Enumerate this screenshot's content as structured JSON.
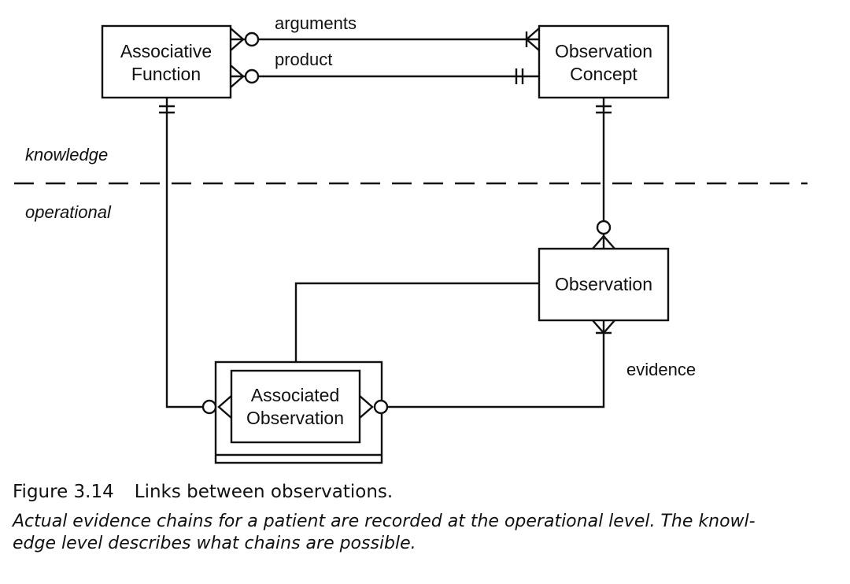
{
  "entities": {
    "associative_function": [
      "Associative",
      "Function"
    ],
    "observation_concept": [
      "Observation",
      "Concept"
    ],
    "observation": [
      "Observation"
    ],
    "associated_observation": [
      "Associated",
      "Observation"
    ]
  },
  "relationships": {
    "arguments": "arguments",
    "product": "product",
    "evidence": "evidence"
  },
  "levels": {
    "knowledge": "knowledge",
    "operational": "operational"
  },
  "caption": {
    "figure_number": "Figure 3.14",
    "title": "Links between observations.",
    "text_lines": [
      "Actual evidence chains for a patient are recorded at the operational level. The knowl-",
      "edge level describes what chains are possible."
    ]
  }
}
